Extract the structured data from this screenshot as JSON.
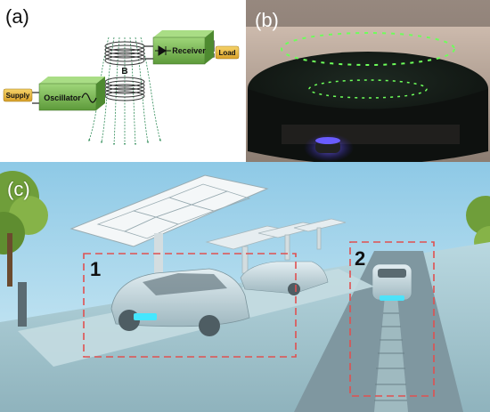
{
  "panels": {
    "a": {
      "label": "(a)",
      "boxes": {
        "supply": "Supply",
        "oscillator": "Oscillator",
        "receiver": "Receiver",
        "load": "Load"
      },
      "field_label": "B"
    },
    "b": {
      "label": "(b)"
    },
    "c": {
      "label": "(c)",
      "regions": [
        "1",
        "2"
      ]
    }
  },
  "colors": {
    "module_green": "#6ea94a",
    "tag_yellow": "#e8b73c",
    "field_line": "#2e8b57",
    "ring_green": "#6dff5a",
    "dashed_red": "#e05050",
    "sky": "#a9d6ea"
  }
}
